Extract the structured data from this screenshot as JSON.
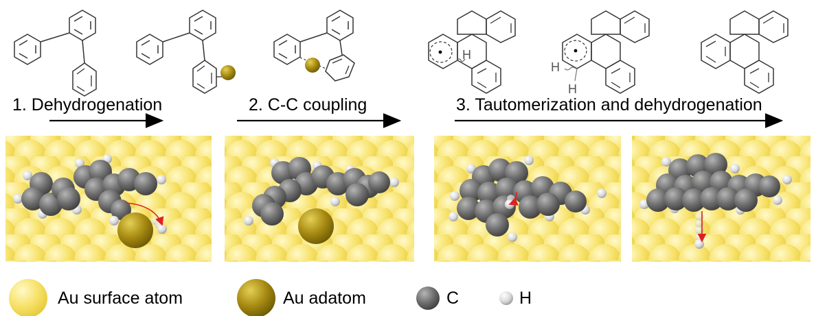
{
  "steps": [
    {
      "label": "1. Dehydrogenation"
    },
    {
      "label": "2. C-C coupling"
    },
    {
      "label": "3. Tautomerization and dehydrogenation"
    }
  ],
  "structure_labels": {
    "h1": "H",
    "h2": "H",
    "h3": "H"
  },
  "legend": [
    {
      "label": "Au surface atom",
      "color": "#f9e36a"
    },
    {
      "label": "Au adatom",
      "color": "#a78a12"
    },
    {
      "label": "C",
      "color": "#6a6a6a"
    },
    {
      "label": "H",
      "color": "#d9d9d9"
    }
  ],
  "colors": {
    "surface": "#f3dd55",
    "adatom": "#a78a12",
    "carbon": "#6a6a6a",
    "hydrogen": "#d6d6d6",
    "path_arrow": "#e02020"
  }
}
